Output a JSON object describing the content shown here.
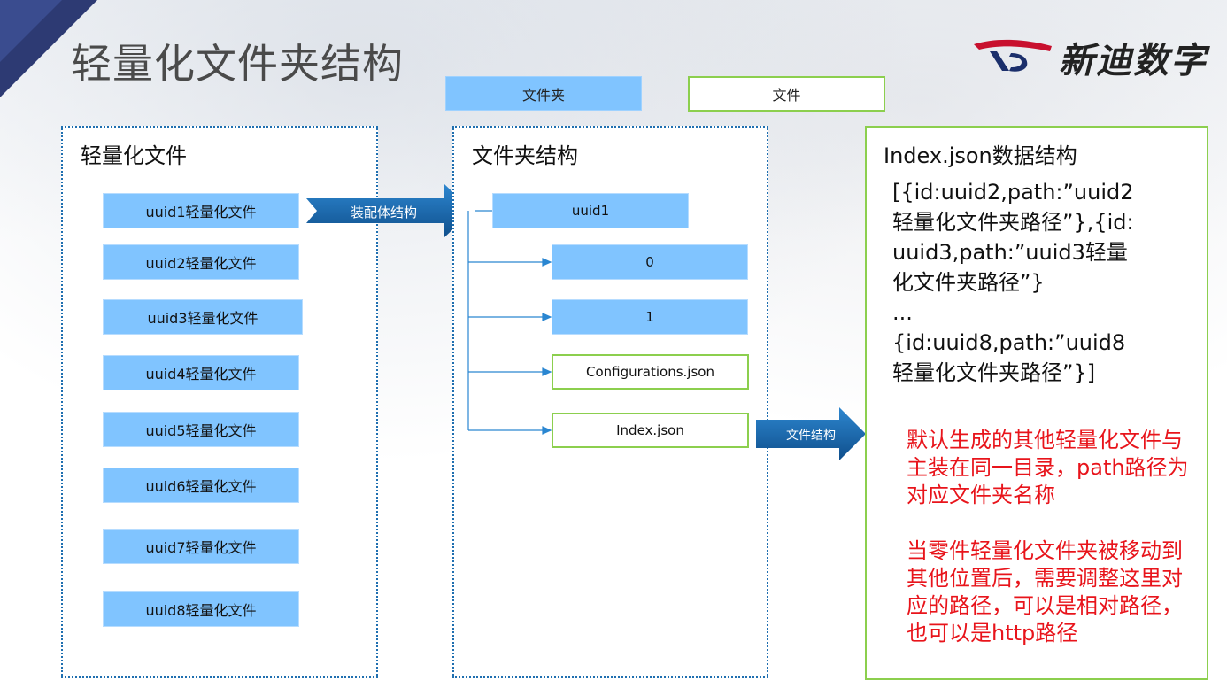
{
  "title": "轻量化文件夹结构",
  "logo_text": "新迪数字",
  "legend": {
    "folder": "文件夹",
    "file": "文件"
  },
  "left_panel": {
    "title": "轻量化文件",
    "files": [
      "uuid1轻量化文件",
      "uuid2轻量化文件",
      "uuid3轻量化文件",
      "uuid4轻量化文件",
      "uuid5轻量化文件",
      "uuid6轻量化文件",
      "uuid7轻量化文件",
      "uuid8轻量化文件"
    ]
  },
  "arrow_assembly": "装配体结构",
  "middle_panel": {
    "title": "文件夹结构",
    "root": "uuid1",
    "children": [
      {
        "label": "0",
        "kind": "folder"
      },
      {
        "label": "1",
        "kind": "folder"
      },
      {
        "label": "Configurations.json",
        "kind": "file"
      },
      {
        "label": "Index.json",
        "kind": "file"
      }
    ]
  },
  "arrow_file_structure": "文件结构",
  "right_panel": {
    "title": "Index.json数据结构",
    "json_text": "[{id:uuid2,path:”uuid2轻量化文件夹路径”},{id:uuid3,path:”uuid3轻量化文件夹路径”}\n...\n{id:uuid8,path:”uuid8轻量化文件夹路径”}]",
    "note1": "默认生成的其他轻量化文件与主装在同一目录，path路径为对应文件夹名称",
    "note2": "当零件轻量化文件夹被移动到其他位置后，需要调整这里对应的路径，可以是相对路径，也可以是http路径"
  },
  "colors": {
    "folder": "#80c4ff",
    "file_border": "#8ccf4e",
    "arrow": "#1565a8",
    "note": "#e8141b"
  }
}
